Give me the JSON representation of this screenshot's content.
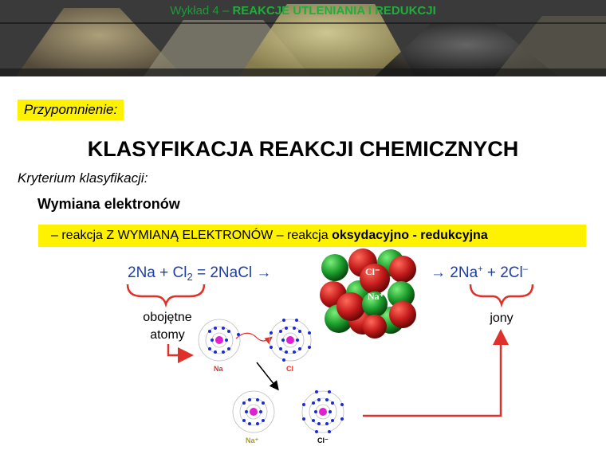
{
  "header": {
    "prefix": "Wykład 4 – ",
    "title": "REAKCJE UTLENIANIA I REDUKCJI"
  },
  "recall_label": "Przypomnienie:",
  "main_title": "KLASYFIKACJA REAKCJI CHEMICZNYCH",
  "criterion_label": "Kryterium klasyfikacji:",
  "exchange_heading": "Wymiana elektronów",
  "redox_line": {
    "prefix": "– reakcja Z WYMIANĄ ELEKTRONÓW – reakcja ",
    "bold": "oksydacyjno - redukcyjna"
  },
  "equation_left": {
    "part1": "2Na + Cl",
    "sub": "2",
    "part2": " = 2NaCl →"
  },
  "equation_right": {
    "arrow": "→ ",
    "na": "2Na",
    "na_charge": "+",
    "plus": " + 2Cl",
    "cl_charge": "–"
  },
  "crystal_labels": {
    "cl": "Cl⁻",
    "na": "Na⁺"
  },
  "neutral_atoms": {
    "line1": "obojętne",
    "line2": "atomy"
  },
  "ions_label": "jony",
  "atom_labels": {
    "na": "Na",
    "cl": "Cl",
    "na_ion": "Na⁺",
    "cl_ion": "Cl⁻"
  },
  "colors": {
    "header_text": "#1fae3c",
    "highlight": "#fff200",
    "equation": "#1d3fa6",
    "arrow_red": "#e0302a",
    "crystal_red": "#c21a1a",
    "crystal_green": "#1a9a2a",
    "electron": "#1a2bd6",
    "nucleus": "#e020d0"
  }
}
